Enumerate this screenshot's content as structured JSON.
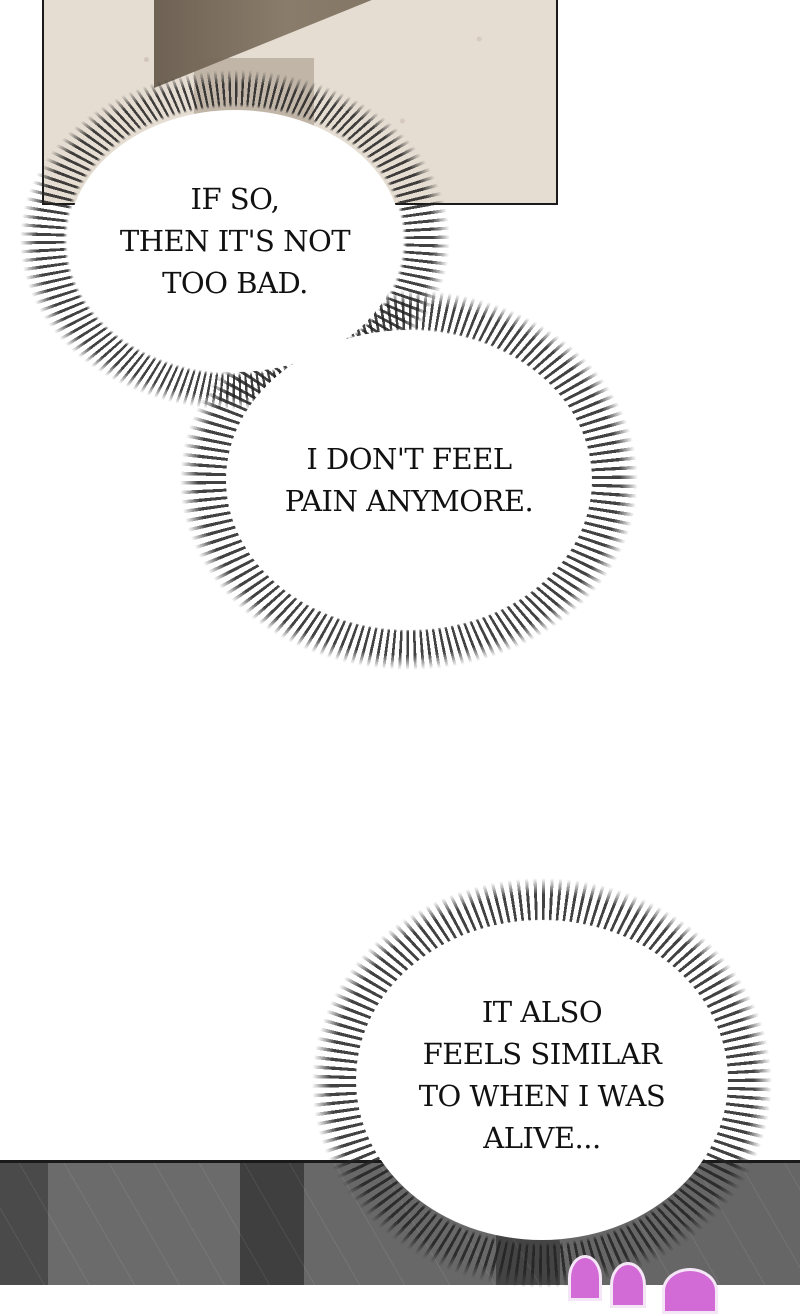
{
  "panels": {
    "top": {
      "description": "beige wall with tilted wooden door",
      "colors": {
        "wall": "#e6ddd2",
        "door": "#7d705f",
        "border": "#1a1a1a"
      }
    },
    "bottom": {
      "description": "dark grey wooden planks with rain streaks",
      "colors": {
        "wood": "#5a5a5a",
        "sfx": "#d36bd6"
      }
    }
  },
  "bubbles": [
    {
      "id": "bubble-1",
      "lines": [
        "IF SO,",
        "THEN IT'S NOT",
        "TOO BAD."
      ]
    },
    {
      "id": "bubble-2",
      "lines": [
        "I DON'T FEEL",
        "PAIN ANYMORE."
      ]
    },
    {
      "id": "bubble-3",
      "lines": [
        "IT ALSO",
        "FEELS SIMILAR",
        "TO WHEN I WAS",
        "ALIVE..."
      ]
    }
  ]
}
